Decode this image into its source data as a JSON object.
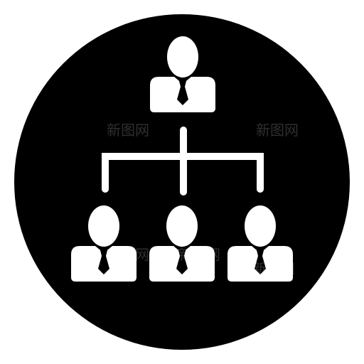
{
  "icon": {
    "name": "organization-hierarchy-icon",
    "background_color": "#000000",
    "foreground_color": "#ffffff"
  },
  "watermarks": [
    "新图网",
    "新图网",
    "新图网",
    "新图网",
    "新图网"
  ]
}
